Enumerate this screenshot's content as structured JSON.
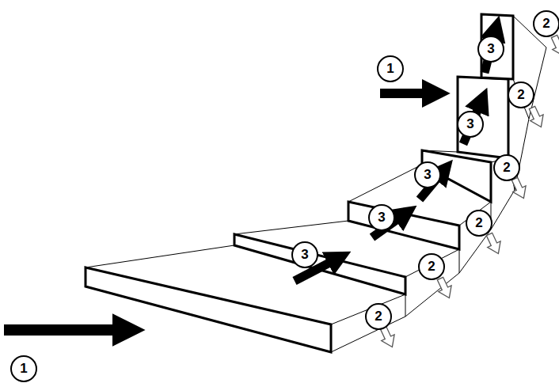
{
  "diagram": {
    "labels": [
      "1",
      "1",
      "2",
      "2",
      "2",
      "2",
      "2",
      "2",
      "3",
      "3",
      "3",
      "3",
      "3"
    ]
  }
}
